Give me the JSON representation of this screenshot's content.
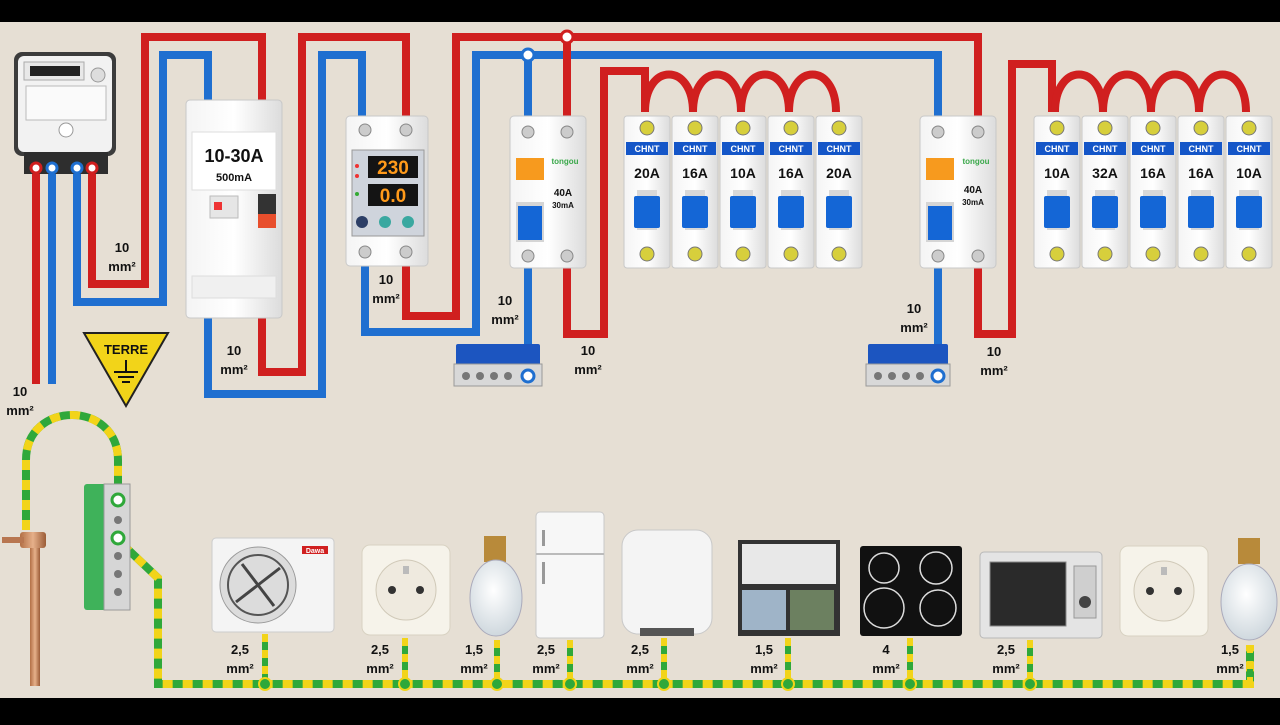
{
  "colors": {
    "background": "#e6dfd4",
    "phase": "#d01f1f",
    "neutral": "#1f6fd0",
    "earth_green": "#2fa83a",
    "earth_yellow": "#f2d419",
    "breaker_toggle": "#1466d6",
    "chint_blue": "#1456c8"
  },
  "meter": {
    "title": "Electric meter"
  },
  "main_breaker": {
    "rating": "10-30A",
    "sensitivity": "500mA"
  },
  "voltage_relay": {
    "volt": "230",
    "amp": "0.0"
  },
  "rcd_1": {
    "brand": "tongou",
    "rating": "40A",
    "sensitivity": "30mA"
  },
  "rcd_2": {
    "brand": "tongou",
    "rating": "40A",
    "sensitivity": "30mA"
  },
  "mcb_group_1": {
    "brand": "CHNT",
    "ratings": [
      "20A",
      "16A",
      "10A",
      "16A",
      "20A"
    ]
  },
  "mcb_group_2": {
    "brand": "CHNT",
    "ratings": [
      "10A",
      "32A",
      "16A",
      "16A",
      "10A"
    ]
  },
  "earth_sign": {
    "label": "TERRE"
  },
  "cable_labels": [
    {
      "n": "10",
      "u": "mm²"
    },
    {
      "n": "10",
      "u": "mm²"
    },
    {
      "n": "10",
      "u": "mm²"
    },
    {
      "n": "10",
      "u": "mm²"
    },
    {
      "n": "10",
      "u": "mm²"
    },
    {
      "n": "10",
      "u": "mm²"
    },
    {
      "n": "10",
      "u": "mm²"
    },
    {
      "n": "10",
      "u": "mm²"
    }
  ],
  "appliance_labels": [
    {
      "name": "Air conditioner",
      "n": "2,5",
      "u": "mm²"
    },
    {
      "name": "Socket",
      "n": "2,5",
      "u": "mm²"
    },
    {
      "name": "Light bulb",
      "n": "1,5",
      "u": "mm²"
    },
    {
      "name": "Fridge",
      "n": "2,5",
      "u": "mm²"
    },
    {
      "name": "Water heater",
      "n": "2,5",
      "u": "mm²"
    },
    {
      "name": "Roller shutter",
      "n": "1,5",
      "u": "mm²"
    },
    {
      "name": "Cooktop",
      "n": "4",
      "u": "mm²"
    },
    {
      "name": "Microwave",
      "n": "2,5",
      "u": "mm²"
    },
    {
      "name": "Socket",
      "n": "",
      "u": ""
    },
    {
      "name": "Light bulb",
      "n": "1,5",
      "u": "mm²"
    }
  ],
  "ac_brand": "Dawa"
}
